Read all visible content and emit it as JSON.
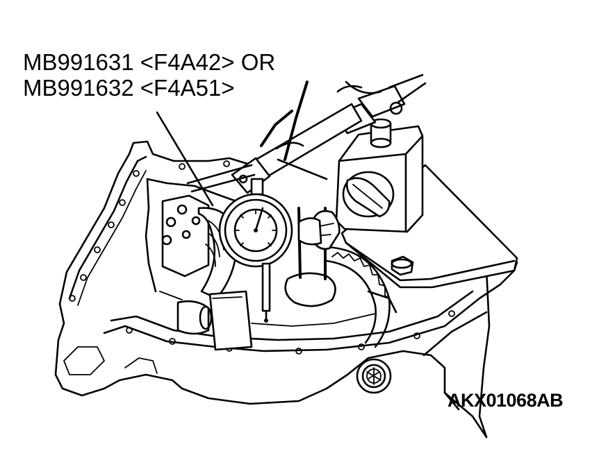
{
  "figure": {
    "callouts": [
      {
        "text": "MB991631 <F4A42> OR"
      },
      {
        "text": "MB991632 <F4A51>"
      }
    ],
    "figure_id": "AKX01068AB"
  },
  "colors": {
    "ink": "#000000",
    "paper": "#ffffff"
  }
}
